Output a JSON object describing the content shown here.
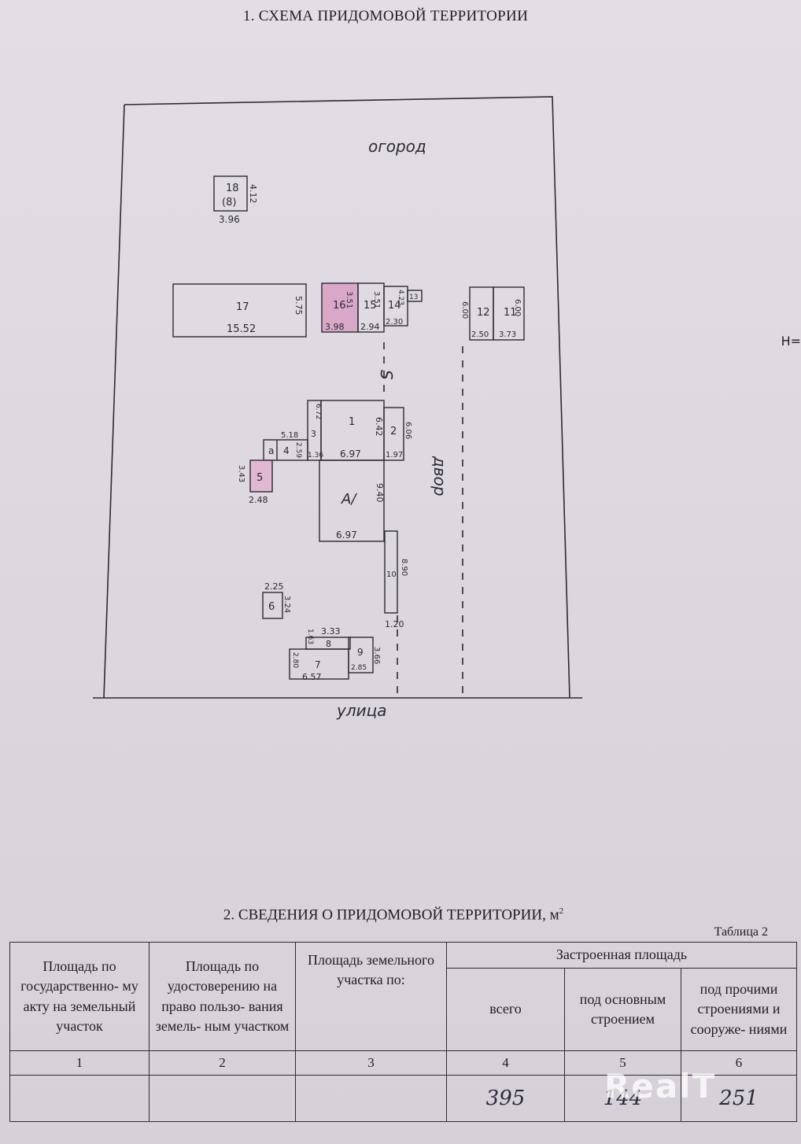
{
  "section1": {
    "title": "1. СХЕМА ПРИДОМОВОЙ ТЕРРИТОРИИ"
  },
  "plan": {
    "garden_label": "огород",
    "street_label": "улица",
    "yard_label": "двор",
    "edge_note": "Н=",
    "labels": {
      "b18_num": "18",
      "b18_sub": "(8)",
      "b18_w": "3.96",
      "b18_h": "4.12",
      "b17_num": "17",
      "b17_w": "15.52",
      "b17_h": "5.75",
      "b16_num": "16",
      "b16_w": "3.98",
      "b16_h": "3.51",
      "b15_num": "15",
      "b15_w": "2.94",
      "b15_h": "3.51",
      "b14_num": "14",
      "b14_w": "2.30",
      "b14_h": "4.23",
      "b13_num": "13",
      "b12_num": "12",
      "b12_w": "2.50",
      "b12_h": "6.00",
      "b11_num": "11",
      "b11_w": "3.73",
      "b11_h": "6.00",
      "b1_num": "1",
      "b1_w": "6.97",
      "b1_h": "6.42",
      "b2_num": "2",
      "b2_w": "1.97",
      "b2_h": "6.06",
      "b3_num": "3",
      "b3_w": "1.36",
      "b3_h": "6.72",
      "b4_num": "4",
      "b4_w": "5.18",
      "b4_h": "2.59",
      "ba_num": "а",
      "ba_label": "А/",
      "b5_num": "5",
      "b5_w": "2.48",
      "b5_h": "3.43",
      "bA_w": "6.97",
      "bA_h": "9.40",
      "b10_num": "10",
      "b10_w": "1.20",
      "b10_h": "8.90",
      "b6_num": "6",
      "b6_w": "2.25",
      "b6_h": "3.24",
      "b8_num": "8",
      "b8_w": "3.33",
      "b8_h": "1.63",
      "b7_num": "7",
      "b7_w": "6.57",
      "b7_h": "2.80",
      "b9_num": "9",
      "b9_w": "2.85",
      "b9_h": "3.66",
      "path_mark": "S"
    }
  },
  "section2": {
    "title": "2. СВЕДЕНИЯ О ПРИДОМОВОЙ ТЕРРИТОРИИ, м",
    "title_sup": "2",
    "table_no": "Таблица 2",
    "headers": {
      "c1": "Площадь по государственно- му акту на земельный участок",
      "c2": "Площадь по удостоверению на право пользо- вания земель- ным участком",
      "c3": "Площадь земельного участка по:",
      "built": "Застроенная площадь",
      "c4": "всего",
      "c5": "под основным строением",
      "c6": "под прочими строениями и сооруже- ниями"
    },
    "col_numbers": [
      "1",
      "2",
      "3",
      "4",
      "5",
      "6"
    ],
    "values": {
      "v1": "",
      "v2": "",
      "v3": "",
      "v4": "395",
      "v5": "144",
      "v6": "251"
    }
  },
  "watermark": "RealT"
}
